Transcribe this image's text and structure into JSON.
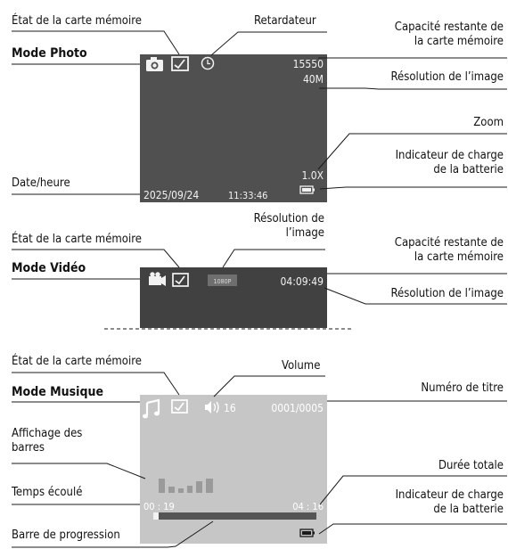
{
  "photo": {
    "mode_title": "Mode Photo",
    "labels": {
      "card_status": "État de la carte mémoire",
      "self_timer": "Retardateur",
      "remaining_1": "Capacité restante de",
      "remaining_2": "la carte mémoire",
      "resolution": "Résolution de l’image",
      "zoom": "Zoom",
      "battery_1": "Indicateur de charge",
      "battery_2": "de la batterie",
      "datetime": "Date/heure"
    },
    "screen": {
      "count": "15550",
      "resolution": "40M",
      "zoom": "1.0X",
      "date": "2025/09/24",
      "time": "11:33:46"
    }
  },
  "video": {
    "mode_title": "Mode Vidéo",
    "labels": {
      "card_status": "État de la carte mémoire",
      "res_top_1": "Résolution de",
      "res_top_2": "l’image",
      "remaining_1": "Capacité restante de",
      "remaining_2": "la carte mémoire",
      "resolution": "Résolution de l’image"
    },
    "screen": {
      "res_badge": "1080P",
      "remaining_time": "04:09:49"
    }
  },
  "music": {
    "mode_title": "Mode Musique",
    "labels": {
      "card_status": "État de la carte mémoire",
      "volume": "Volume",
      "track": "Numéro de titre",
      "bars_1": "Affichage des",
      "bars_2": "barres",
      "elapsed": "Temps écoulé",
      "total": "Durée totale",
      "battery_1": "Indicateur de charge",
      "battery_2": "de la batterie",
      "progress": "Barre de progression"
    },
    "screen": {
      "volume": "16",
      "track": "0001/0005",
      "elapsed": "00 : 19",
      "total": "04 : 16",
      "progress": 0.02
    }
  },
  "colors": {
    "photo_screen": "#505050",
    "video_screen": "#414141",
    "music_screen": "#c6c6c6",
    "line": "#1a1a1a"
  }
}
